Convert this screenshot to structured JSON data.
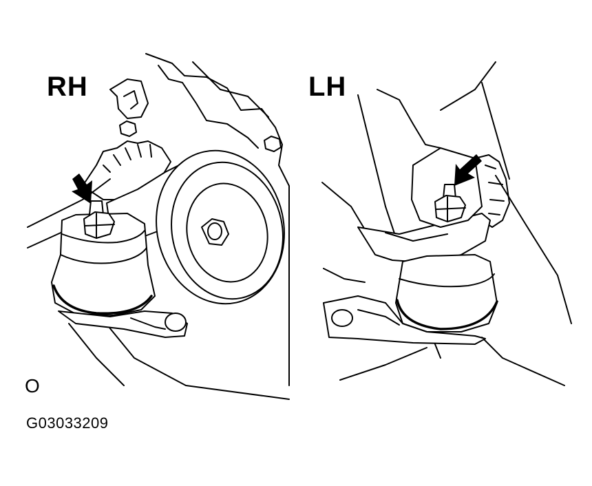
{
  "labels": {
    "right": "RH",
    "left": "LH",
    "corner_mark": "O",
    "figure_id": "G03033209"
  },
  "icons": {
    "pointer": "arrow-icon"
  }
}
